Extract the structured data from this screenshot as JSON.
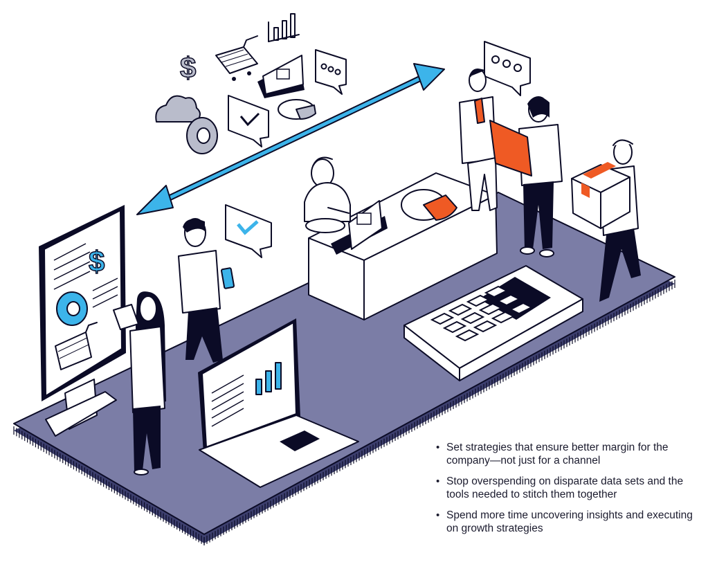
{
  "bullets": [
    "Set strategies that ensure better margin for the company—not just for a channel",
    "Stop overspending on disparate data sets and the tools needed to stitch them together",
    "Spend more time uncovering insights and executing on growth strategies"
  ],
  "colors": {
    "floor": "#7b7da6",
    "ink": "#0b0b26",
    "accent_blue": "#3cb4ea",
    "accent_orange": "#ef5a24",
    "icon_gray": "#b9bccb",
    "text": "#1b1b2e"
  },
  "icons": [
    "dollar-icon",
    "shopping-cart-icon",
    "bar-chart-icon",
    "chat-bubble-icon",
    "cloud-icon",
    "donut-chart-icon",
    "check-bubble-icon",
    "pie-chart-icon",
    "bidirectional-arrow-icon",
    "payment-terminal-icon",
    "laptop-icon",
    "kiosk-display-icon",
    "package-box-icon"
  ]
}
